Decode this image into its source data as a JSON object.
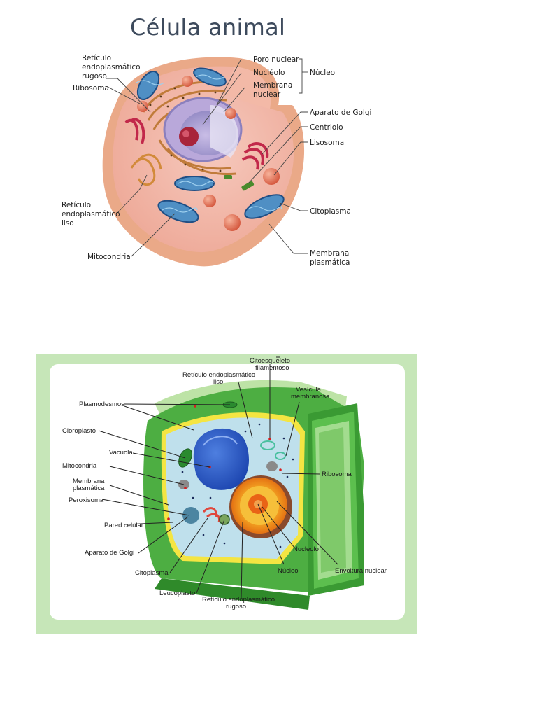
{
  "animal": {
    "title": "Célula animal",
    "labels": {
      "rer": "Retículo endoplasmático rugoso",
      "rer_1": "Retículo",
      "rer_2": "endoplasmático",
      "rer_3": "rugoso",
      "ribosoma": "Ribosoma",
      "ser_1": "Retículo",
      "ser_2": "endoplasmático",
      "ser_3": "liso",
      "mitocondria": "Mitocondria",
      "poro": "Poro nuclear",
      "nucleolo": "Nucléolo",
      "membrana_nuclear_1": "Membrana",
      "membrana_nuclear_2": "nuclear",
      "nucleo": "Núcleo",
      "golgi": "Aparato de Golgi",
      "centriolo": "Centriolo",
      "lisosoma": "Lisosoma",
      "citoplasma": "Citoplasma",
      "membrana_plasmatica_1": "Membrana",
      "membrana_plasmatica_2": "plasmática"
    }
  },
  "plant": {
    "labels": {
      "citoesqueleto_1": "Citoesqueleto",
      "citoesqueleto_2": "filamentoso",
      "rel_1": "Retículo endoplasmático",
      "rel_2": "liso",
      "vesicula_1": "Vesícula",
      "vesicula_2": "membranosa",
      "plasmodesmos": "Plasmodesmos",
      "cloroplasto": "Cloroplasto",
      "vacuola": "Vacuola",
      "mitocondria": "Mitocondria",
      "membrana_1": "Membrana",
      "membrana_2": "plasmática",
      "peroxisoma": "Peroxisoma",
      "pared": "Pared celular",
      "golgi": "Aparato de Golgi",
      "citoplasma": "Citoplasma",
      "leucoplasto": "Leucoplasto",
      "rer_1": "Retículo endoplasmático",
      "rer_2": "rugoso",
      "ribosoma": "Ribosoma",
      "nucleolo": "Nucleolo",
      "nucleo": "Núcleo",
      "envoltura": "Envoltura nuclear"
    }
  }
}
